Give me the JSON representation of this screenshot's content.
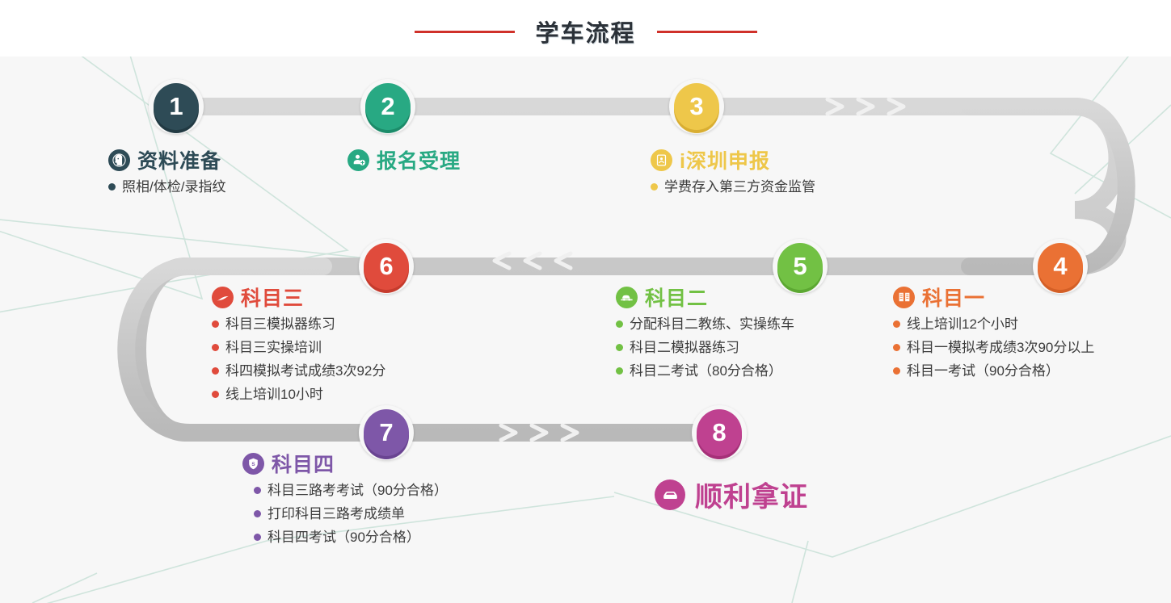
{
  "header": {
    "title": "学车流程",
    "rule_color": "#d0312a"
  },
  "colors": {
    "background": "#ffffff",
    "panel": "#f7f7f7",
    "track": "#c6c6c6",
    "decor_line": "#cfe4dc"
  },
  "steps": [
    {
      "number": "1",
      "title": "资料准备",
      "color": "#2e4b56",
      "dark": "#223a43",
      "icon": "head-profile-icon",
      "bullets": [
        "照相/体检/录指纹"
      ]
    },
    {
      "number": "2",
      "title": "报名受理",
      "color": "#28a983",
      "dark": "#1c8c6a",
      "icon": "user-add-icon",
      "bullets": []
    },
    {
      "number": "3",
      "title": "i深圳申报",
      "color": "#eec74a",
      "dark": "#d9ae32",
      "icon": "id-card-icon",
      "bullets": [
        "学费存入第三方资金监管"
      ]
    },
    {
      "number": "4",
      "title": "科目一",
      "color": "#ea7134",
      "dark": "#d45f26",
      "icon": "book-icon",
      "bullets": [
        "线上培训12个小时",
        "科目一模拟考成绩3次90分以上",
        "科目一考试（90分合格）"
      ]
    },
    {
      "number": "5",
      "title": "科目二",
      "color": "#72c144",
      "dark": "#5ca832",
      "icon": "car-side-icon",
      "bullets": [
        "分配科目二教练、实操练车",
        "科目二模拟器练习",
        "科目二考试（80分合格）"
      ]
    },
    {
      "number": "6",
      "title": "科目三",
      "color": "#e04b3c",
      "dark": "#c63b2d",
      "icon": "road-icon",
      "bullets": [
        "科目三模拟器练习",
        "科目三实操培训",
        "科四模拟考试成绩3次92分",
        "线上培训10小时"
      ]
    },
    {
      "number": "7",
      "title": "科目四",
      "color": "#7e57a8",
      "dark": "#6a4492",
      "icon": "shield-s-icon",
      "bullets": [
        "科目三路考考试（90分合格）",
        "打印科目三路考成绩单",
        "科目四考试（90分合格）"
      ]
    },
    {
      "number": "8",
      "title": "顺利拿证",
      "color": "#bf4190",
      "dark": "#a63179",
      "icon": "car-front-icon",
      "bullets": []
    }
  ],
  "track_arrows": [
    {
      "name": "arrow-group-right-row1",
      "glyph": "›››"
    },
    {
      "name": "arrow-group-left-row2",
      "glyph": "‹‹‹"
    },
    {
      "name": "arrow-group-right-row3",
      "glyph": "›››"
    }
  ]
}
